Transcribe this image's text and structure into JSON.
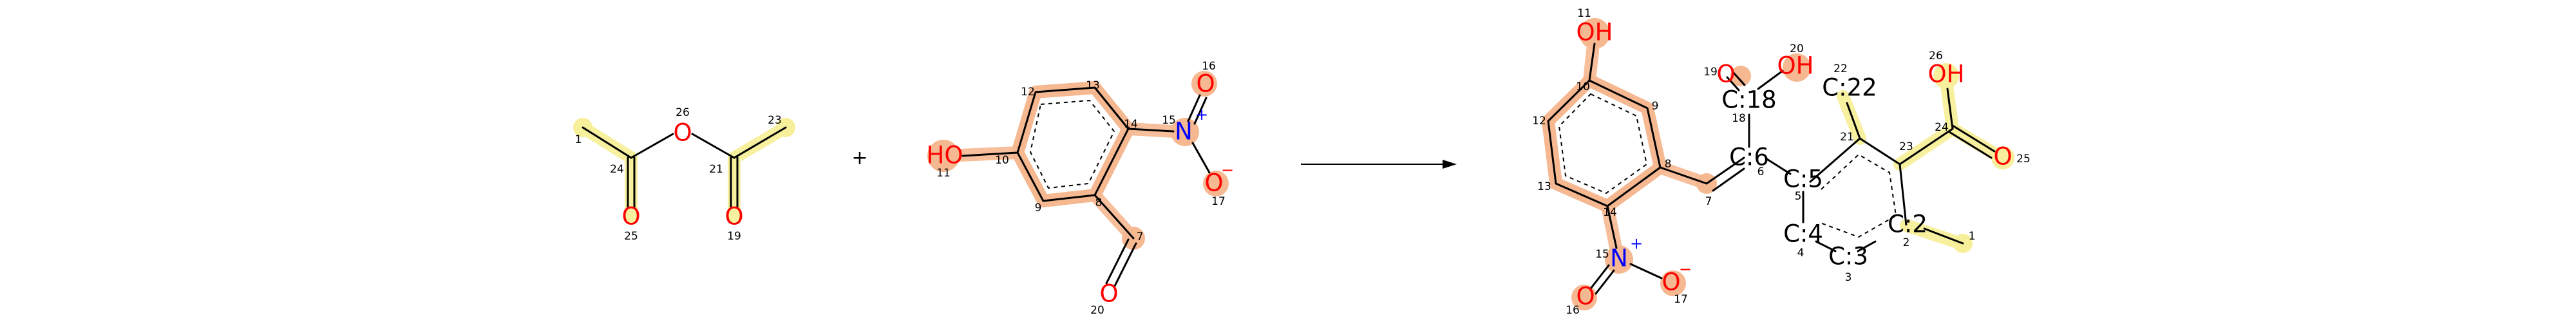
{
  "colors": {
    "carbon": "#000000",
    "oxygen": "#ff0000",
    "nitrogen": "#0000ff",
    "highlight_orange": "#f6b890",
    "highlight_yellow": "#f7ef9a"
  },
  "reactant1": {
    "oxygen_symbol": "O",
    "atom_numbers": [
      "1",
      "24",
      "25",
      "26",
      "21",
      "19",
      "23"
    ]
  },
  "operator": "+",
  "reactant2": {
    "hydroxyl": "HO",
    "nitrogen": "N",
    "oxygen_symbol": "O",
    "plus_charge": "+",
    "minus_charge": "−",
    "atom_numbers": [
      "11",
      "10",
      "12",
      "13",
      "14",
      "15",
      "16",
      "17",
      "9",
      "8",
      "7",
      "20"
    ]
  },
  "arrow": "reaction-arrow",
  "product": {
    "hydroxyl_top": "OH",
    "hydroxyl_acid18": "OH",
    "hydroxyl_acid24": "OH",
    "nitrogen": "N",
    "oxygen_symbol": "O",
    "plus_charge": "+",
    "minus_charge": "−",
    "mapped_atoms": [
      "C:18",
      "C:6",
      "C:5",
      "C:22",
      "C:4",
      "C:3",
      "C:2"
    ],
    "atom_numbers": [
      "11",
      "10",
      "12",
      "13",
      "14",
      "9",
      "8",
      "7",
      "15",
      "16",
      "17",
      "19",
      "20",
      "18",
      "6",
      "5",
      "4",
      "3",
      "2",
      "1",
      "21",
      "22",
      "23",
      "24",
      "25",
      "26"
    ]
  }
}
